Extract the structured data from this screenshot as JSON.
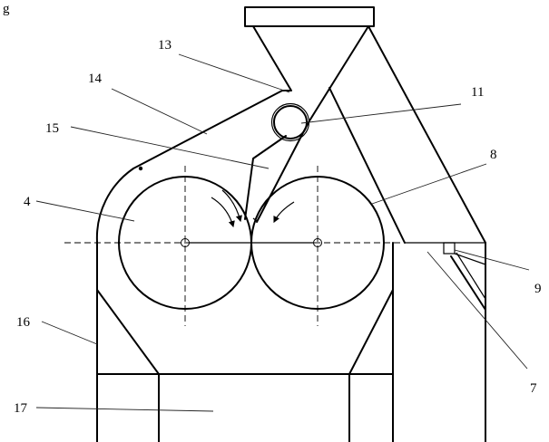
{
  "figure": {
    "caption_fragment": "g",
    "labels": {
      "l13": "13",
      "l14": "14",
      "l11": "11",
      "l15": "15",
      "l8": "8",
      "l4": "4",
      "l16": "16",
      "l9": "9",
      "l7": "7",
      "l17": "17"
    }
  }
}
